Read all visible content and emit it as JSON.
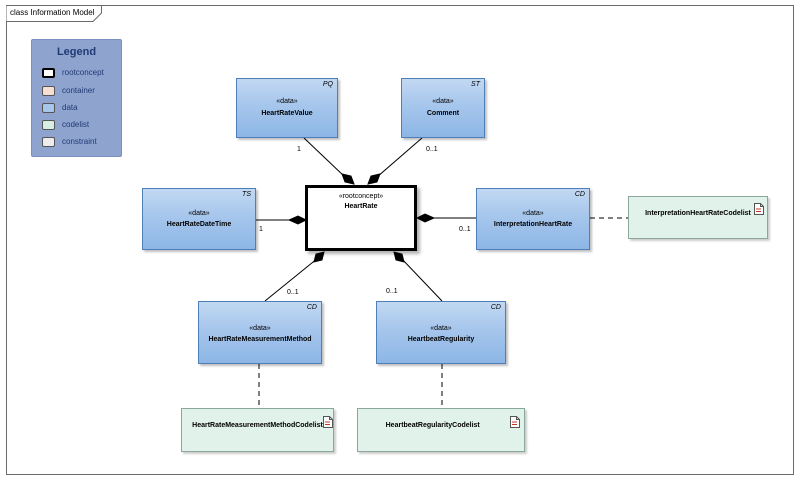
{
  "frame": {
    "title": "class Information Model"
  },
  "legend": {
    "title": "Legend",
    "items": [
      {
        "label": "rootconcept",
        "color": "#ffffff"
      },
      {
        "label": "container",
        "color": "#f5dfd2"
      },
      {
        "label": "data",
        "color": "#a6c6ec"
      },
      {
        "label": "codelist",
        "color": "#d7efe3"
      },
      {
        "label": "constraint",
        "color": "#ececec"
      }
    ]
  },
  "root": {
    "stereotype": "«rootconcept»",
    "name": "HeartRate"
  },
  "classes": {
    "heart_rate_value": {
      "type": "PQ",
      "stereotype": "«data»",
      "name": "HeartRateValue",
      "multiplicity": "1"
    },
    "comment": {
      "type": "ST",
      "stereotype": "«data»",
      "name": "Comment",
      "multiplicity": "0..1"
    },
    "heart_rate_datetime": {
      "type": "TS",
      "stereotype": "«data»",
      "name": "HeartRateDateTime",
      "multiplicity": "1"
    },
    "interpretation_heart_rate": {
      "type": "CD",
      "stereotype": "«data»",
      "name": "InterpretationHeartRate",
      "multiplicity": "0..1"
    },
    "measurement_method": {
      "type": "CD",
      "stereotype": "«data»",
      "name": "HeartRateMeasurementMethod",
      "multiplicity": "0..1"
    },
    "heartbeat_regularity": {
      "type": "CD",
      "stereotype": "«data»",
      "name": "HeartbeatRegularity",
      "multiplicity": "0..1"
    }
  },
  "codelists": {
    "interpretation": {
      "name": "InterpretationHeartRateCodelist"
    },
    "measurement_method": {
      "name": "HeartRateMeasurementMethodCodelist"
    },
    "heartbeat_regularity": {
      "name": "HeartbeatRegularityCodelist"
    }
  }
}
